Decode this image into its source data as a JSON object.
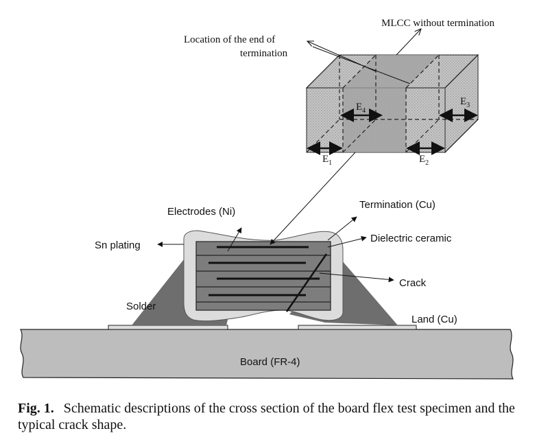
{
  "labels": {
    "mlcc_without_termination": "MLCC without termination",
    "location_end_termination_line1": "Location of the end of",
    "location_end_termination_line2": "termination",
    "e4": "E",
    "e4_sub": "4",
    "e3": "E",
    "e3_sub": "3",
    "e1": "E",
    "e1_sub": "1",
    "e2": "E",
    "e2_sub": "2",
    "electrodes": "Electrodes (Ni)",
    "termination": "Termination (Cu)",
    "dielectric": "Dielectric ceramic",
    "sn_plating": "Sn plating",
    "crack": "Crack",
    "solder": "Solder",
    "land": "Land (Cu)",
    "board": "Board (FR-4)"
  },
  "caption": {
    "figure": "Fig. 1.",
    "text": "Schematic descriptions of the cross section of the board flex test specimen and the typical crack shape."
  }
}
